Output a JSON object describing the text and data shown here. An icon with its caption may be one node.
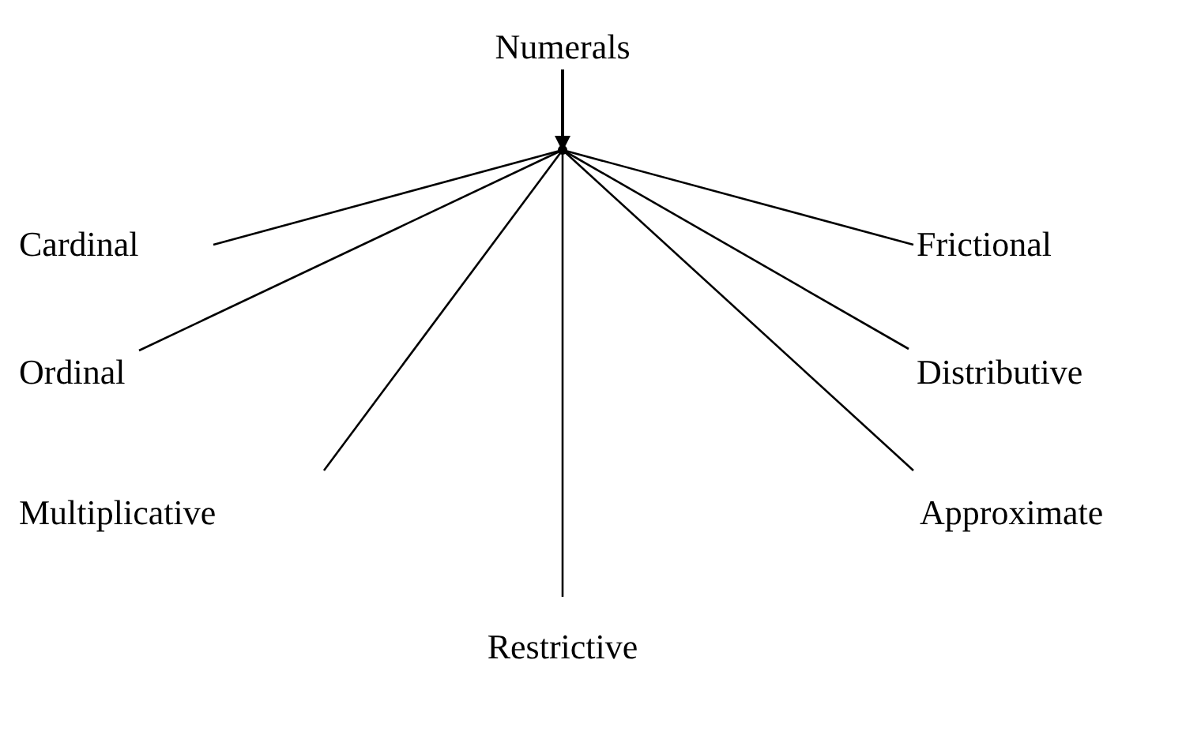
{
  "diagram": {
    "nodes": [
      {
        "text": [
          "Numerals"
        ]
      },
      {
        "text": [],
        "shape": "dot"
      },
      {
        "text": [
          "Cardinal"
        ]
      },
      {
        "text": [
          "Ordinal"
        ]
      },
      {
        "text": [
          "Multiplicative"
        ]
      },
      {
        "text": [
          "Restrictive"
        ]
      },
      {
        "text": [
          "Frictional"
        ]
      },
      {
        "text": [
          "Distributive"
        ]
      },
      {
        "text": [
          "Approximate"
        ]
      }
    ],
    "edges": [
      {
        "from": 0,
        "to": 1,
        "arrow": "to"
      },
      {
        "from": 1,
        "to": 2,
        "arrow": "none"
      },
      {
        "from": 1,
        "to": 3,
        "arrow": "none"
      },
      {
        "from": 1,
        "to": 4,
        "arrow": "none"
      },
      {
        "from": 1,
        "to": 5,
        "arrow": "none"
      },
      {
        "from": 1,
        "to": 6,
        "arrow": "none"
      },
      {
        "from": 1,
        "to": 7,
        "arrow": "none"
      },
      {
        "from": 1,
        "to": 8,
        "arrow": "none"
      }
    ]
  }
}
